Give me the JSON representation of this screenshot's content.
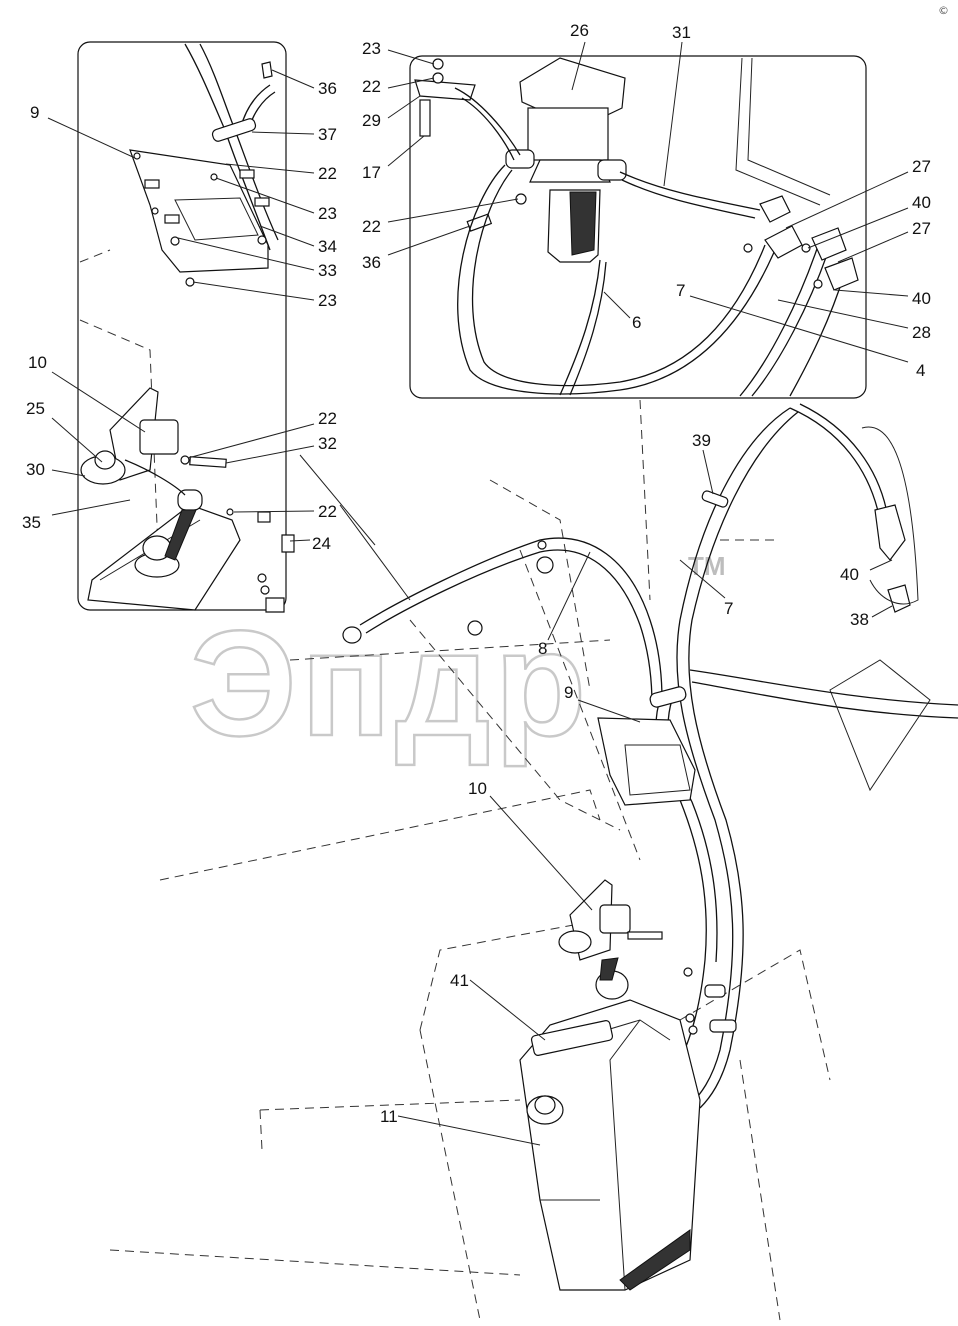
{
  "watermark": {
    "text": "Эпдр",
    "mark": "TM"
  },
  "corner_mark": "©",
  "callouts": {
    "inset_left": [
      "36",
      "37",
      "9",
      "22",
      "23",
      "34",
      "33",
      "23",
      "10",
      "25",
      "22",
      "32",
      "30",
      "35",
      "22",
      "24"
    ],
    "inset_right": [
      "23",
      "26",
      "31",
      "22",
      "29",
      "17",
      "22",
      "36",
      "27",
      "40",
      "27",
      "40",
      "28",
      "4",
      "7",
      "6"
    ],
    "main": [
      "39",
      "40",
      "38",
      "7",
      "8",
      "9",
      "10",
      "41",
      "11"
    ]
  },
  "icons": {
    "fuel_tank": "canister-shape",
    "filter": "fuel-filter-shape",
    "bracket": "mounting-bracket-shape",
    "clamp": "hose-clamp-shape",
    "fitting": "elbow-fitting-shape"
  }
}
